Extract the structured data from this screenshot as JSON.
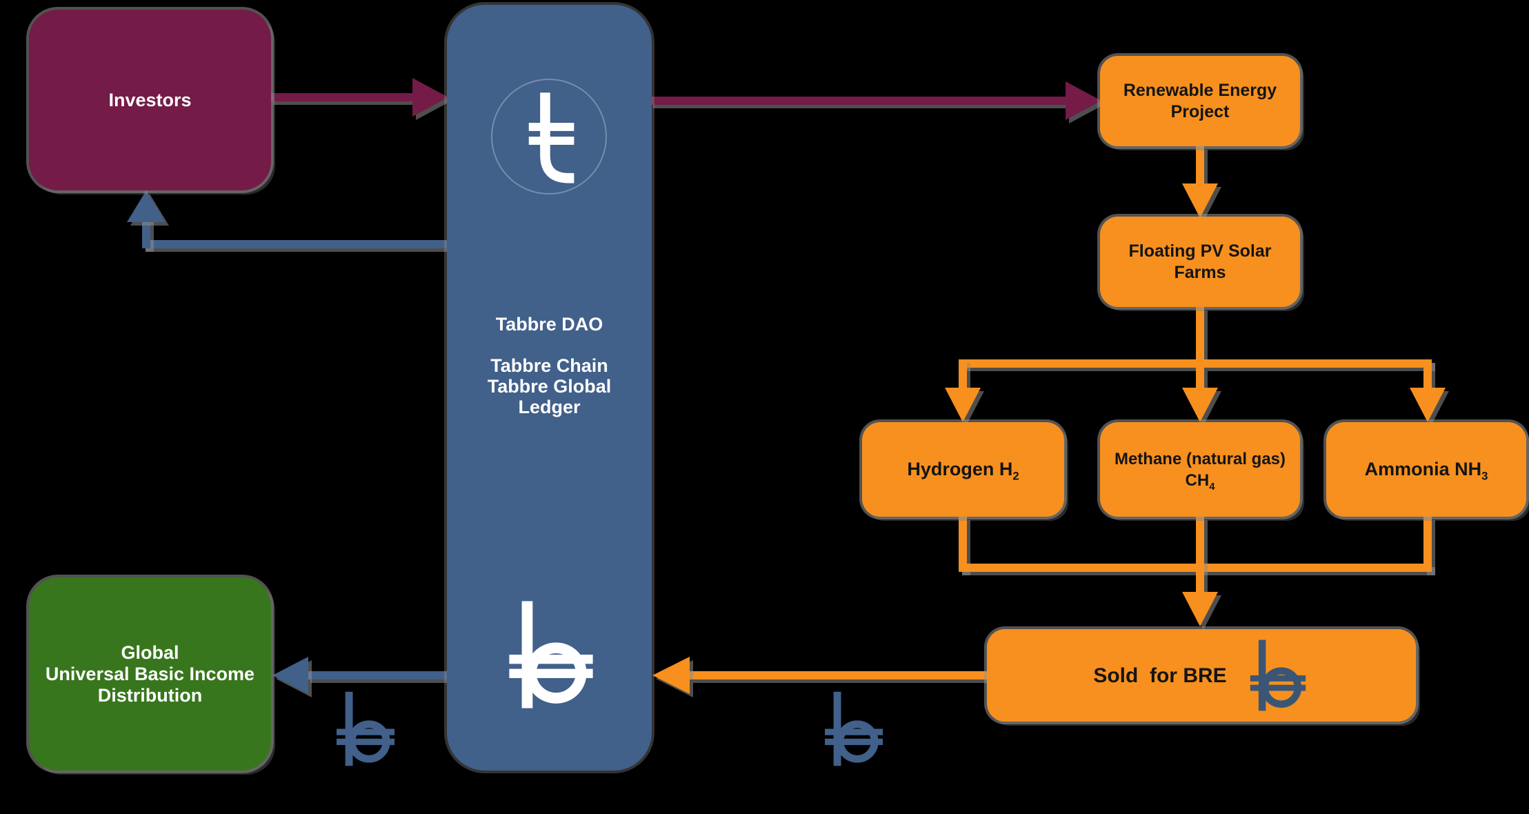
{
  "canvas": {
    "background": "#000000"
  },
  "colors": {
    "maroon": "#741b47",
    "blue": "#41608a",
    "orange": "#f7901e",
    "green": "#38761d",
    "slate": "#3b5674"
  },
  "nodes": {
    "investors": {
      "label": "Investors"
    },
    "tabbre": {
      "title": "Tabbre DAO",
      "line1": "Tabbre Chain",
      "line2": "Tabbre Global",
      "line3": "Ledger"
    },
    "renewable": {
      "line1": "Renewable Energy",
      "line2": "Project"
    },
    "floating": {
      "line1": "Floating PV Solar",
      "line2": "Farms"
    },
    "hydrogen": {
      "main": "Hydrogen H",
      "sub": "2"
    },
    "methane": {
      "line1": "Methane (natural gas)",
      "line2main": "CH",
      "line2sub": "4"
    },
    "ammonia": {
      "main": "Ammonia NH",
      "sub": "3"
    },
    "sold": {
      "label": "Sold  for BRE"
    },
    "ubi": {
      "line1": "Global",
      "line2": "Universal Basic Income",
      "line3": "Distribution"
    }
  },
  "icons": {
    "column_top": "t-currency-icon",
    "column_bottom": "b-currency-icon",
    "sold_badge": "b-currency-icon",
    "flow_marker_left": "b-currency-icon",
    "flow_marker_right": "b-currency-icon"
  }
}
